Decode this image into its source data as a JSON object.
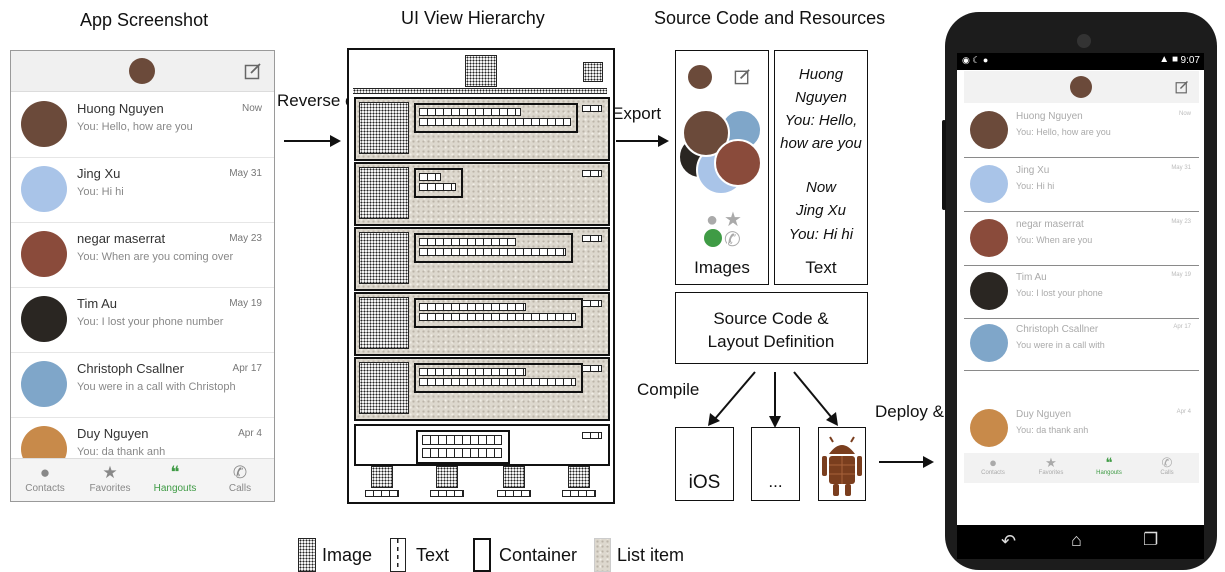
{
  "headings": {
    "app_screenshot": "App Screenshot",
    "ui_view_hierarchy": "UI View Hierarchy",
    "source_code_resources": "Source Code and Resources"
  },
  "arrows": {
    "reverse_eng": "Reverse eng.",
    "export": "Export",
    "compile": "Compile",
    "deploy_run": "Deploy & Run"
  },
  "app_screen": {
    "conversations": [
      {
        "name": "Huong Nguyen",
        "message": "You: Hello, how are you",
        "date": "Now",
        "avatar_color": "#6b4a3a"
      },
      {
        "name": "Jing Xu",
        "message": "You: Hi hi",
        "date": "May 31",
        "avatar_color": "#a9c4e8"
      },
      {
        "name": "negar maserrat",
        "message": "You: When are you coming over",
        "date": "May 23",
        "avatar_color": "#8a4b3b"
      },
      {
        "name": "Tim Au",
        "message": "You: I lost your phone number",
        "date": "May 19",
        "avatar_color": "#2a2622"
      },
      {
        "name": "Christoph Csallner",
        "message": "You were in a call with Christoph",
        "date": "Apr 17",
        "avatar_color": "#7fa6c9"
      },
      {
        "name": "Duy Nguyen",
        "message": "You: da thank anh",
        "date": "Apr 4",
        "avatar_color": "#c88a4a"
      }
    ],
    "nav": [
      {
        "label": "Contacts",
        "icon": "person-icon"
      },
      {
        "label": "Favorites",
        "icon": "star-icon"
      },
      {
        "label": "Hangouts",
        "icon": "hangouts-icon"
      },
      {
        "label": "Calls",
        "icon": "phone-icon"
      }
    ],
    "active_nav": "Hangouts",
    "accent_color": "#3f9b45"
  },
  "resources": {
    "images_label": "Images",
    "text_label": "Text",
    "text_items": [
      "Huong Nguyen",
      "You: Hello, how are you",
      "Now",
      "Jing Xu",
      "You: Hi hi"
    ],
    "source_code_label": "Source Code & Layout Definition"
  },
  "compile_targets": {
    "ios": "iOS",
    "more": "...",
    "android_icon": "android-kitkat-icon"
  },
  "device": {
    "status_time": "9:07",
    "conversations": [
      {
        "name": "Huong Nguyen",
        "message": "You: Hello, how are you",
        "date": "Now"
      },
      {
        "name": "Jing Xu",
        "message": "You: Hi hi",
        "date": "May 31"
      },
      {
        "name": "negar maserrat",
        "message": "You: When are you",
        "date": "May 23"
      },
      {
        "name": "Tim Au",
        "message": "You: I lost your phone",
        "date": "May 19"
      },
      {
        "name": "Christoph Csallner",
        "message": "You were in a call with",
        "date": "Apr 17"
      },
      {
        "name": "Duy Nguyen",
        "message": "You: da thank anh",
        "date": "Apr 4"
      }
    ]
  },
  "legend": {
    "image": "Image",
    "text": "Text",
    "container": "Container",
    "list_item": "List item"
  }
}
